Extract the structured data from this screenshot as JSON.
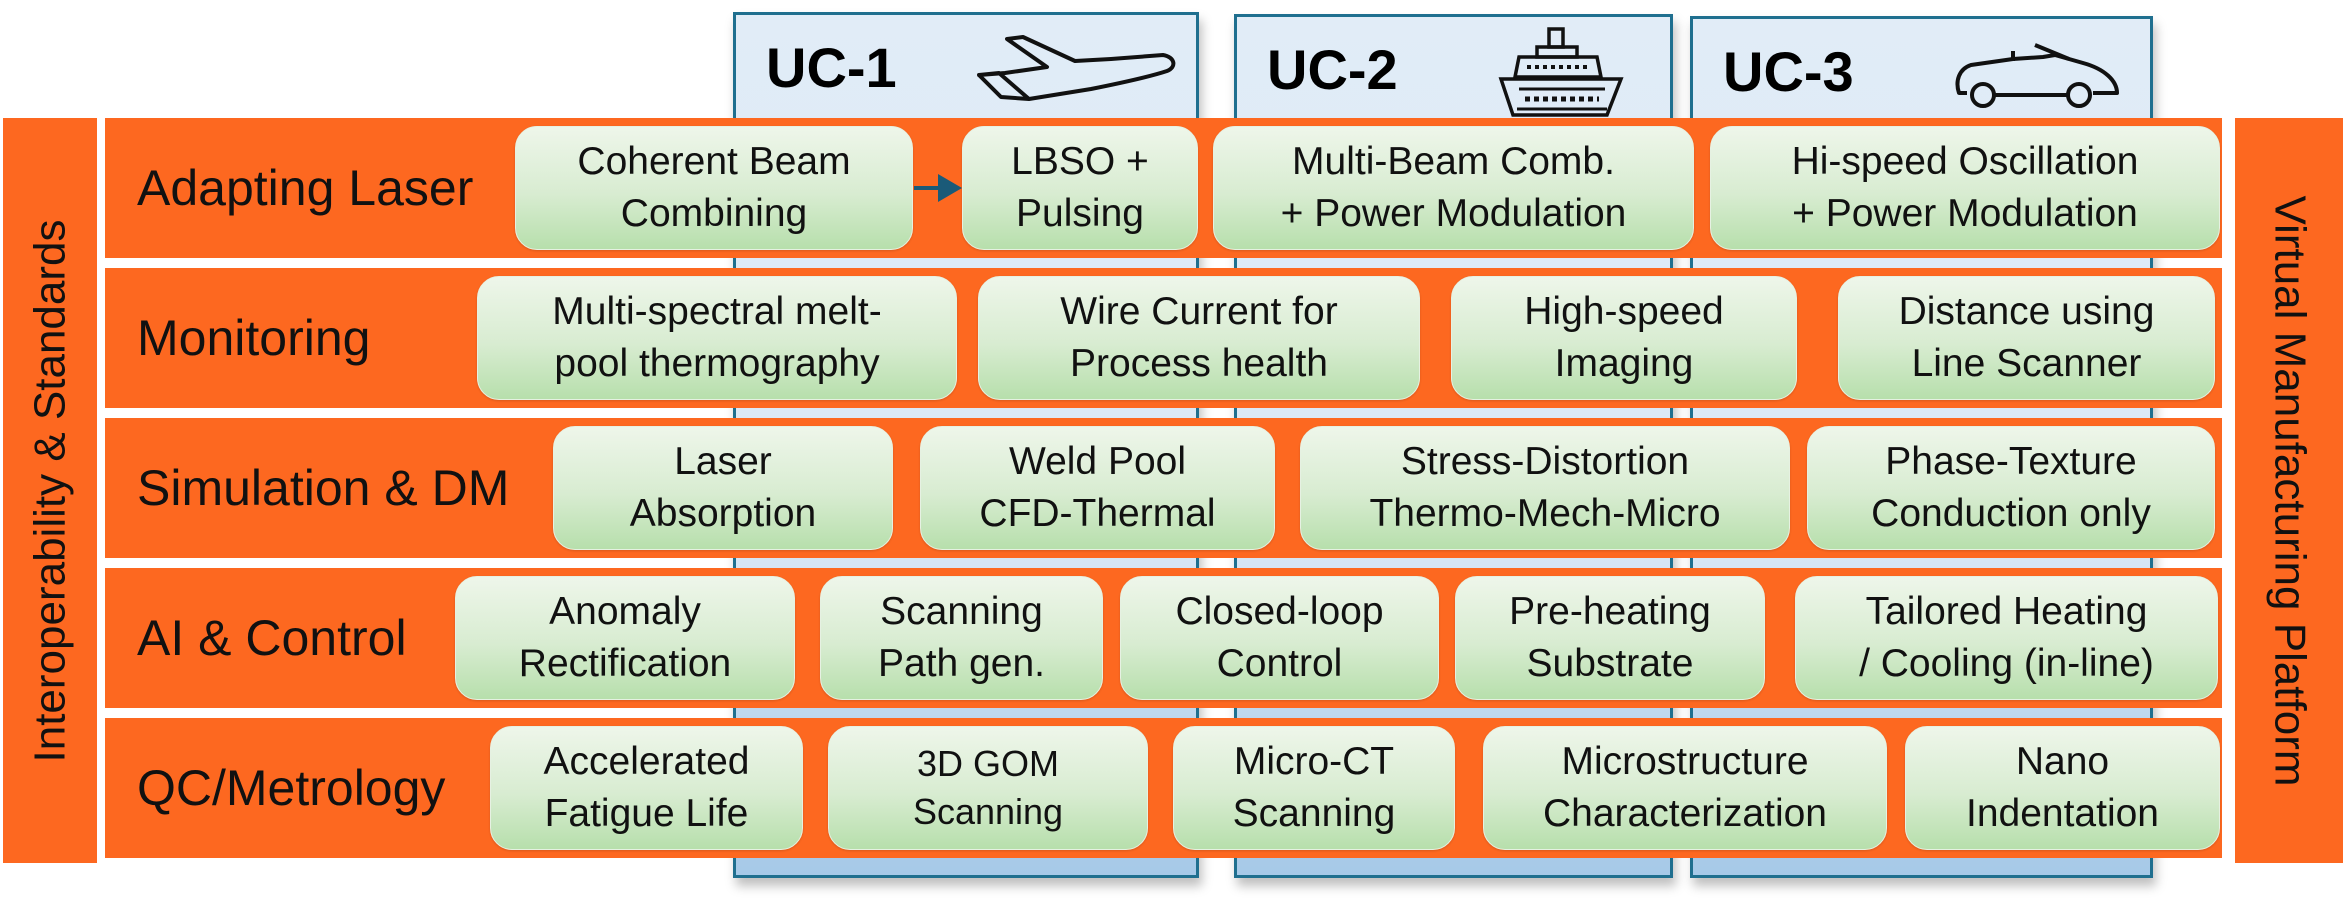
{
  "use_cases": [
    {
      "label": "UC-1",
      "icon": "airplane-icon"
    },
    {
      "label": "UC-2",
      "icon": "ship-icon"
    },
    {
      "label": "UC-3",
      "icon": "car-icon"
    }
  ],
  "left_bar": {
    "label": "Interoperability & Standards"
  },
  "right_bar": {
    "label": "Virtual Manufacturing Platform"
  },
  "colors": {
    "row_orange": "#fd6820",
    "card_green_top": "#eef6ea",
    "card_green_bottom": "#b7dfac",
    "uc_column_blue": "#dbe8f5",
    "uc_border": "#1f6f8f",
    "arrow": "#1a5a78"
  },
  "rows": [
    {
      "label": "Adapting Laser",
      "cards": [
        "Coherent Beam\nCombining",
        "LBSO +\nPulsing",
        "Multi-Beam Comb.\n+ Power Modulation",
        "Hi-speed Oscillation\n+ Power Modulation"
      ],
      "arrow": {
        "from": "Coherent Beam Combining",
        "to": "LBSO + Pulsing"
      }
    },
    {
      "label": "Monitoring",
      "cards": [
        "Multi-spectral melt-\npool thermography",
        "Wire Current for\nProcess health",
        "High-speed\nImaging",
        "Distance using\nLine Scanner"
      ]
    },
    {
      "label": "Simulation & DM",
      "cards": [
        "Laser\nAbsorption",
        "Weld Pool\nCFD-Thermal",
        "Stress-Distortion\nThermo-Mech-Micro",
        "Phase-Texture\nConduction only"
      ]
    },
    {
      "label": "AI & Control",
      "cards": [
        "Anomaly\nRectification",
        "Scanning\nPath gen.",
        "Closed-loop\nControl",
        "Pre-heating\nSubstrate",
        "Tailored Heating\n/ Cooling (in-line)"
      ]
    },
    {
      "label": "QC/Metrology",
      "cards": [
        "Accelerated\nFatigue Life",
        "3D GOM\nScanning",
        "Micro-CT\nScanning",
        "Microstructure\nCharacterization",
        "Nano\nIndentation"
      ]
    }
  ]
}
